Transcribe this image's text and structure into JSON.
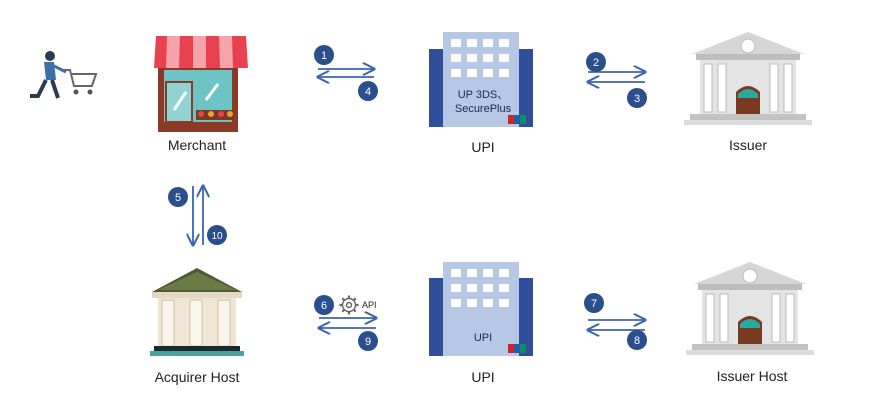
{
  "nodes": {
    "merchant": "Merchant",
    "upi_top": "UPI",
    "upi_top_inner_line1": "UP 3DS、",
    "upi_top_inner_line2": "SecurePlus",
    "issuer": "Issuer",
    "acquirer_host": "Acquirer Host",
    "upi_bottom": "UPI",
    "upi_bottom_inner": "UPI",
    "issuer_host": "Issuer Host"
  },
  "steps": [
    "1",
    "2",
    "3",
    "4",
    "5",
    "6",
    "7",
    "8",
    "9",
    "10"
  ],
  "api_label": "API",
  "colors": {
    "step_circle": "#2b4e8c",
    "arrow": "#3b64ad",
    "building_blue": "#2f4f9a",
    "building_light": "#b6c8e6",
    "awning_red": "#e8414f",
    "bank_gray": "#c9c9c9"
  }
}
